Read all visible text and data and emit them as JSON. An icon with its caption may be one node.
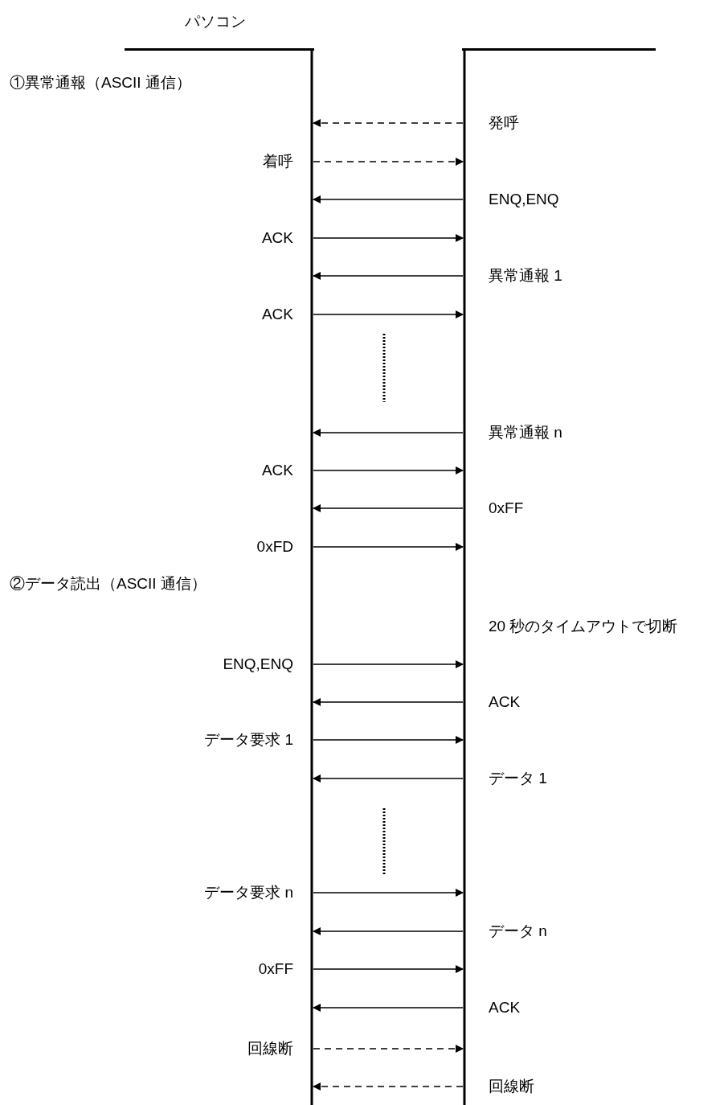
{
  "diagram": {
    "nodes": [
      {
        "text": [
          "パソコン"
        ]
      },
      {
        "text": [],
        "shape": "line"
      }
    ],
    "edges": [
      {
        "from": 1,
        "to": 0,
        "arrow": "to",
        "style": "dashed",
        "label": "発呼"
      },
      {
        "from": 0,
        "to": 1,
        "arrow": "to",
        "style": "dashed",
        "label": "着呼"
      },
      {
        "from": 1,
        "to": 0,
        "arrow": "to",
        "label": "ENQ,ENQ"
      },
      {
        "from": 0,
        "to": 1,
        "arrow": "to",
        "label": "ACK"
      },
      {
        "from": 1,
        "to": 0,
        "arrow": "to",
        "label": "異常通報 1"
      },
      {
        "from": 0,
        "to": 1,
        "arrow": "to",
        "label": "ACK"
      },
      {
        "from": 1,
        "to": 0,
        "arrow": "to",
        "label": "異常通報 n"
      },
      {
        "from": 0,
        "to": 1,
        "arrow": "to",
        "label": "ACK"
      },
      {
        "from": 1,
        "to": 0,
        "arrow": "to",
        "label": "0xFF"
      },
      {
        "from": 0,
        "to": 1,
        "arrow": "to",
        "label": "0xFD"
      },
      {
        "from": 0,
        "to": 1,
        "arrow": "to",
        "label": "ENQ,ENQ"
      },
      {
        "from": 1,
        "to": 0,
        "arrow": "to",
        "label": "ACK"
      },
      {
        "from": 0,
        "to": 1,
        "arrow": "to",
        "label": "データ要求 1"
      },
      {
        "from": 1,
        "to": 0,
        "arrow": "to",
        "label": "データ 1"
      },
      {
        "from": 0,
        "to": 1,
        "arrow": "to",
        "label": "データ要求 n"
      },
      {
        "from": 1,
        "to": 0,
        "arrow": "to",
        "label": "データ n"
      },
      {
        "from": 0,
        "to": 1,
        "arrow": "to",
        "label": "0xFF"
      },
      {
        "from": 1,
        "to": 0,
        "arrow": "to",
        "label": "ACK"
      },
      {
        "from": 0,
        "to": 1,
        "arrow": "to",
        "style": "dashed",
        "label": "回線断"
      },
      {
        "from": 1,
        "to": 0,
        "arrow": "to",
        "style": "dashed",
        "label": "回線断"
      }
    ],
    "labels": [
      "①異常通報（ASCII 通信）",
      "②データ読出（ASCII 通信）",
      "20 秒のタイムアウトで切断"
    ]
  }
}
